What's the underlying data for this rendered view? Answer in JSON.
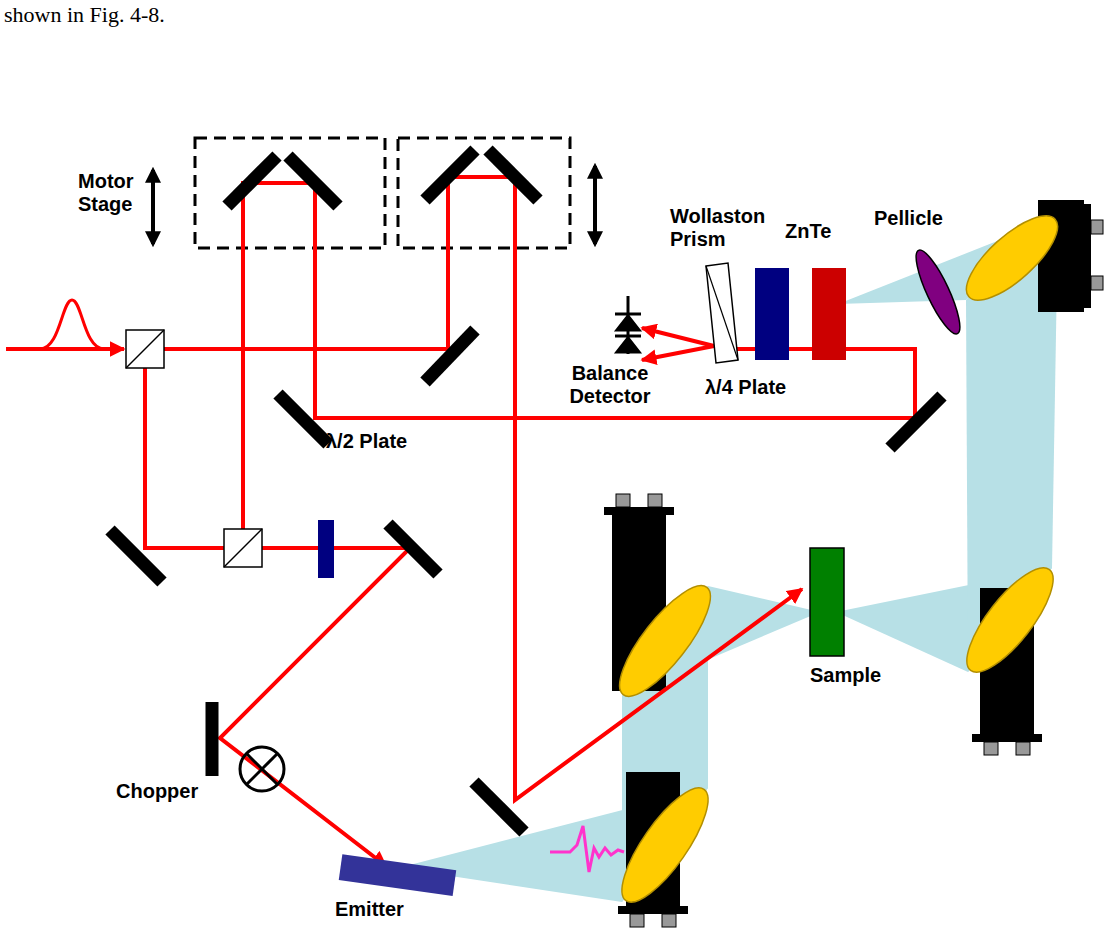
{
  "diagram": {
    "labels": [
      "shown in Fig. 4-8.",
      "Motor Stage",
      "Wollaston Prism",
      "ZnTe",
      "Pellicle",
      "Balance Detector",
      "λ/4 Plate",
      "λ/2 Plate",
      "Sample",
      "Chopper",
      "Emitter"
    ]
  }
}
